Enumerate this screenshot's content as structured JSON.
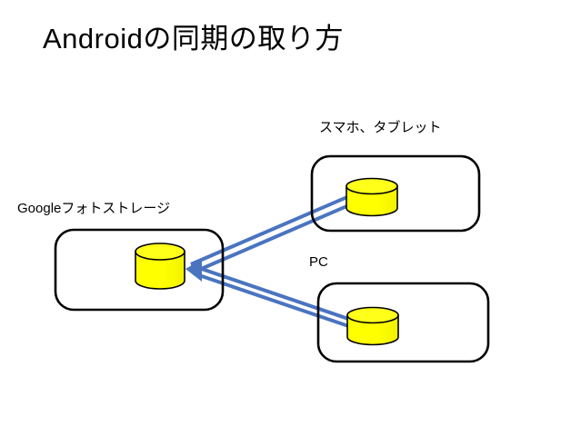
{
  "slide": {
    "title": "Androidの同期の取り方",
    "background_color": "#ffffff"
  },
  "palette": {
    "outline": "#000000",
    "cylinder_fill": "#FFFF00",
    "cylinder_top_fill": "#FFFF33",
    "connector_blue": "#4A74C0",
    "text": "#000000"
  },
  "nodes": [
    {
      "id": "google-photo-storage",
      "label": "Googleフォトストレージ",
      "shape": "rounded-rectangle",
      "icon": "database-cylinder-icon",
      "icon_color": "#FFFF00"
    },
    {
      "id": "smartphone-tablet",
      "label": "スマホ、タブレット",
      "shape": "rounded-rectangle",
      "icon": "database-cylinder-icon",
      "icon_color": "#FFFF00"
    },
    {
      "id": "pc",
      "label": "PC",
      "shape": "rounded-rectangle",
      "icon": "database-cylinder-icon",
      "icon_color": "#FFFF00"
    }
  ],
  "connectors": [
    {
      "id": "mobile-to-storage",
      "from": "smartphone-tablet",
      "to": "google-photo-storage",
      "style": "double-line",
      "arrow": "to-storage",
      "color": "#4A74C0"
    },
    {
      "id": "pc-to-storage",
      "from": "pc",
      "to": "google-photo-storage",
      "style": "double-line",
      "arrow": "to-storage",
      "color": "#4A74C0"
    }
  ]
}
